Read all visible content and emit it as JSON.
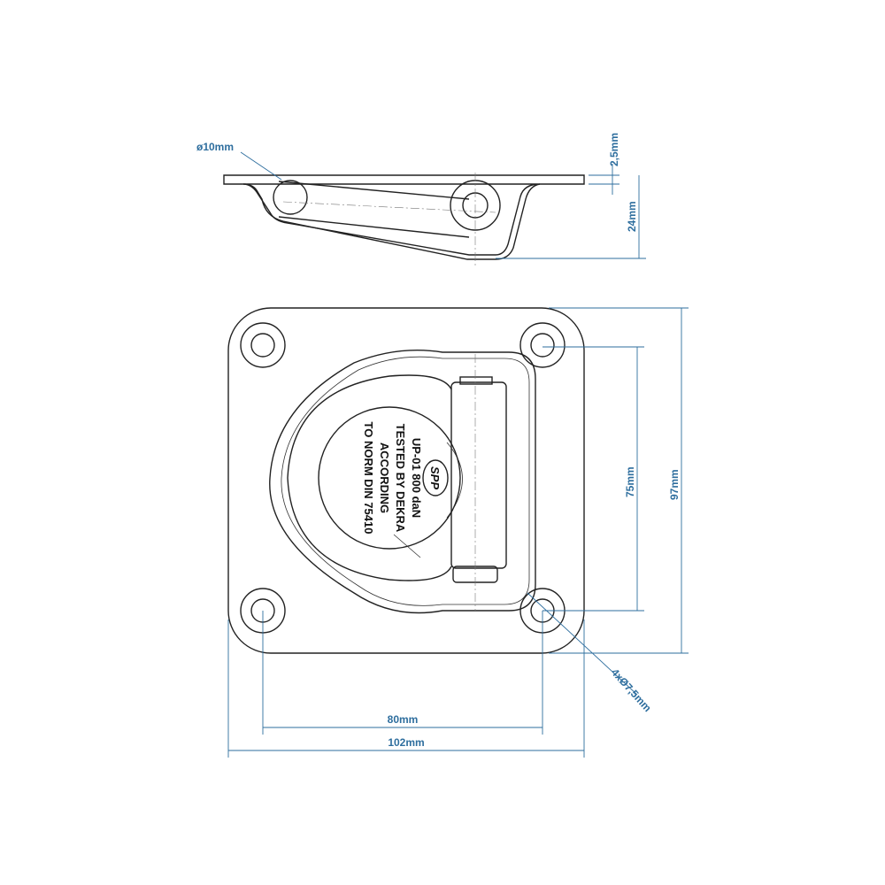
{
  "colors": {
    "dimension": "#2e6e9e",
    "outline": "#222222"
  },
  "side_view": {
    "bar_diameter": "ø10mm",
    "plate_thickness": "2,5mm",
    "depth": "24mm"
  },
  "top_view": {
    "width_outer": "102mm",
    "hole_spacing_x": "80mm",
    "height_outer": "97mm",
    "hole_spacing_y": "75mm",
    "holes": "4xØ7,5mm",
    "marking": {
      "logo": "SPP",
      "lines": [
        "UP-01 800 daN",
        "TESTED BY DEKRA",
        "ACCORDING",
        "TO NORM DIN 75410"
      ]
    }
  }
}
